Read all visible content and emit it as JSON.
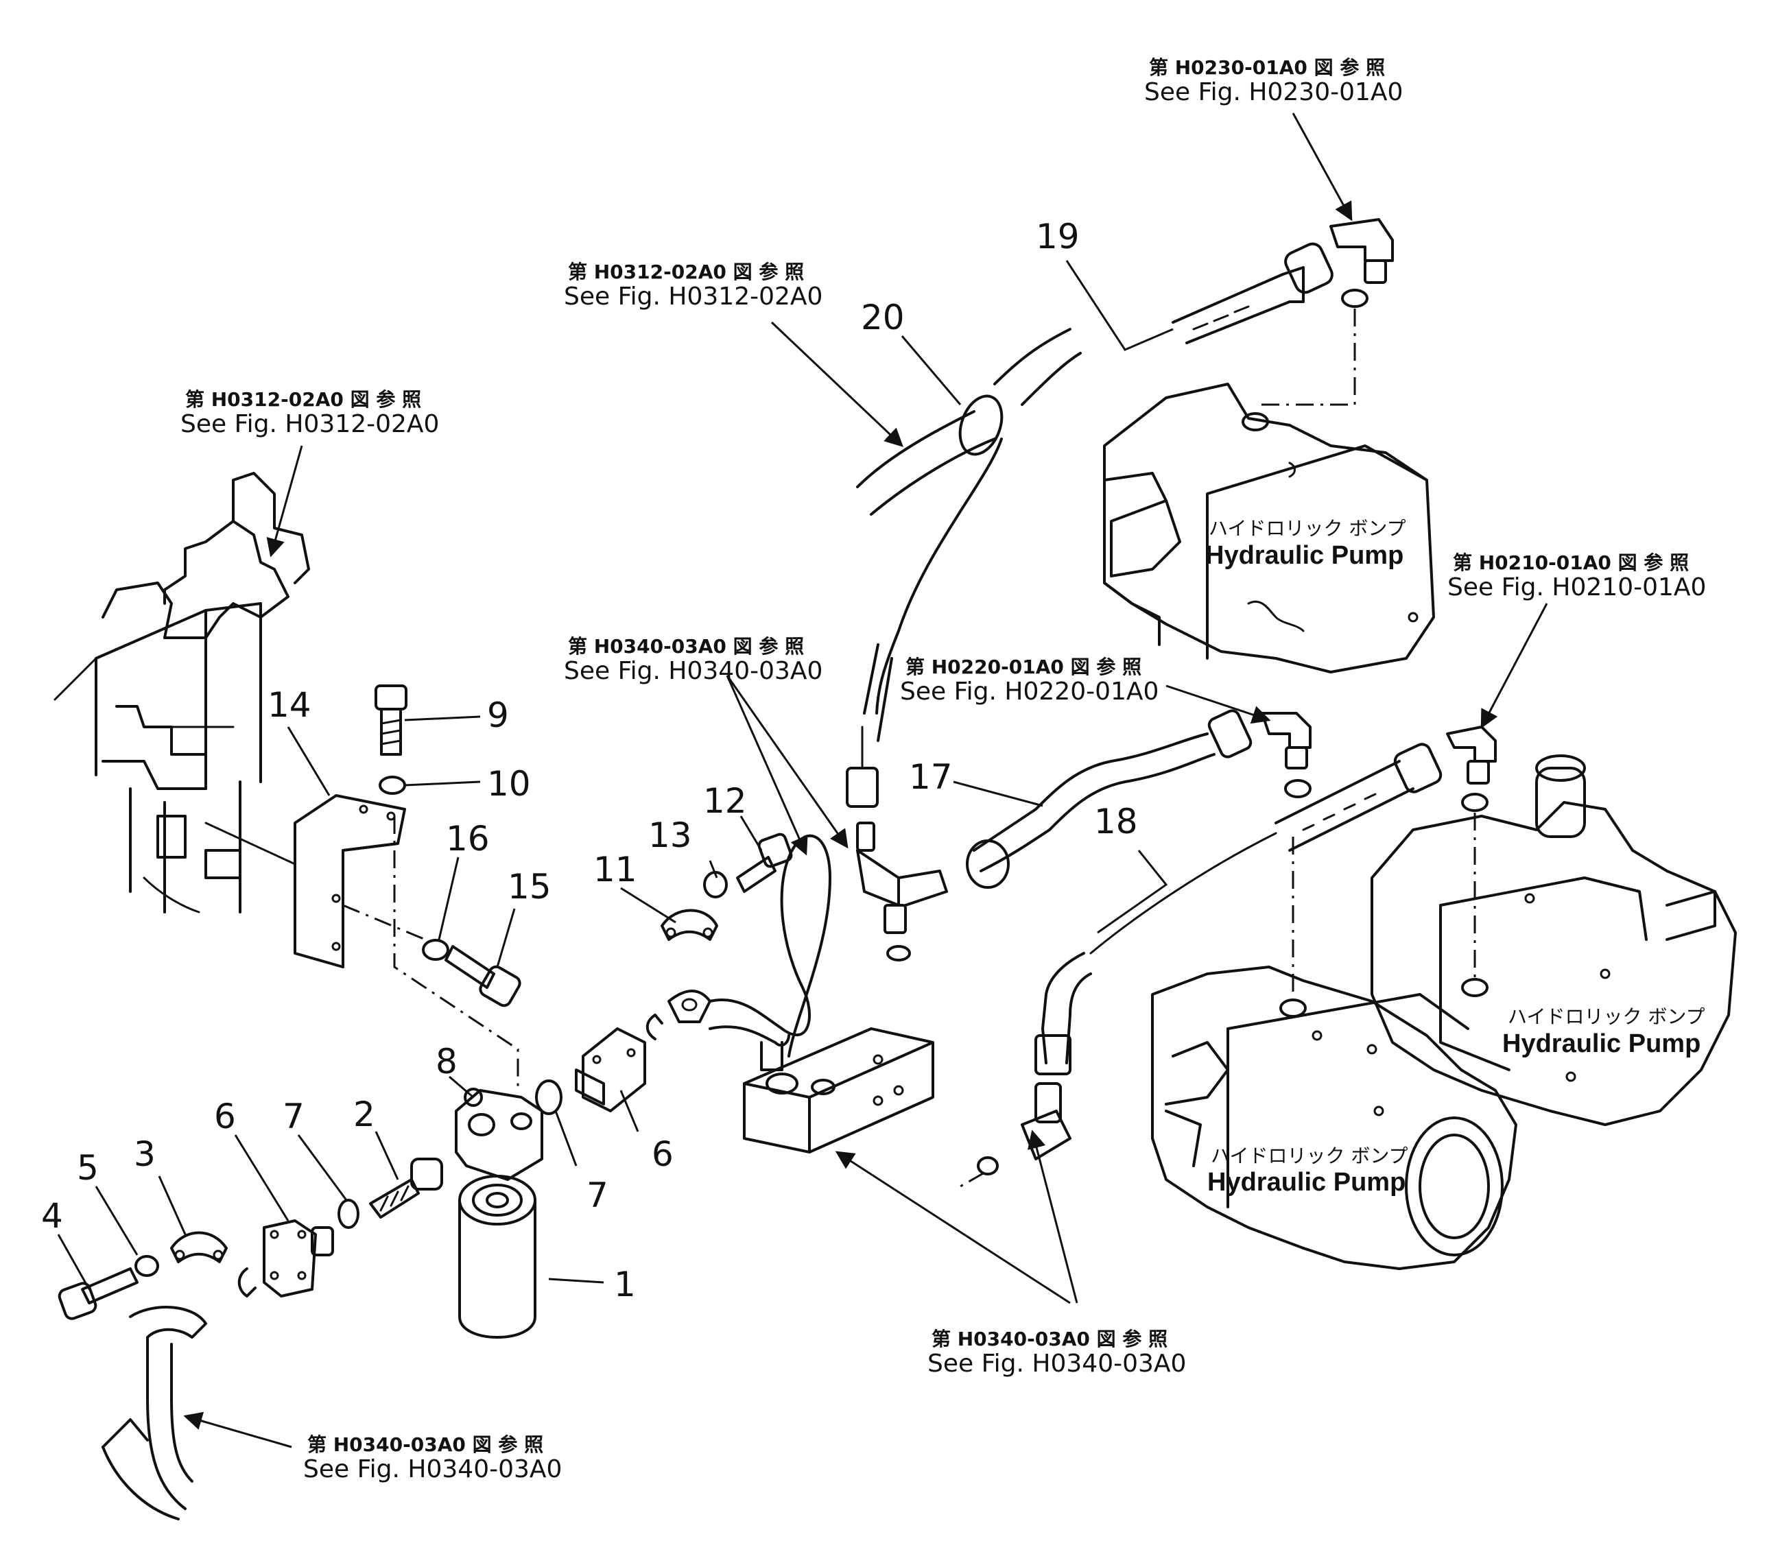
{
  "callouts": {
    "c1": "1",
    "c2": "2",
    "c3": "3",
    "c4": "4",
    "c5": "5",
    "c6a": "6",
    "c6b": "6",
    "c7a": "7",
    "c7b": "7",
    "c8": "8",
    "c9": "9",
    "c10": "10",
    "c11": "11",
    "c12": "12",
    "c13": "13",
    "c14": "14",
    "c15": "15",
    "c16": "16",
    "c17": "17",
    "c18": "18",
    "c19": "19",
    "c20": "20"
  },
  "references": {
    "h0230": {
      "jp": "第 H0230-01A0 図 参 照",
      "en": "See Fig. H0230-01A0"
    },
    "h0312_top": {
      "jp": "第 H0312-02A0 図 参 照",
      "en": "See Fig. H0312-02A0"
    },
    "h0312_left": {
      "jp": "第 H0312-02A0 図 参 照",
      "en": "See Fig. H0312-02A0"
    },
    "h0210": {
      "jp": "第 H0210-01A0 図 参 照",
      "en": "See Fig. H0210-01A0"
    },
    "h0340_mid": {
      "jp": "第 H0340-03A0 図 参 照",
      "en": "See Fig. H0340-03A0"
    },
    "h0220": {
      "jp": "第 H0220-01A0 図 参 照",
      "en": "See Fig. H0220-01A0"
    },
    "h0340_bottom": {
      "jp": "第 H0340-03A0 図 参 照",
      "en": "See Fig. H0340-03A0"
    },
    "h0340_left": {
      "jp": "第 H0340-03A0 図 参 照",
      "en": "See Fig. H0340-03A0"
    }
  },
  "pumps": {
    "top": {
      "jp": "ハイドロリック ボンプ",
      "en": "Hydraulic Pump"
    },
    "right": {
      "jp": "ハイドロリック ボンプ",
      "en": "Hydraulic Pump"
    },
    "bottom": {
      "jp": "ハイドロリック ボンプ",
      "en": "Hydraulic Pump"
    }
  }
}
